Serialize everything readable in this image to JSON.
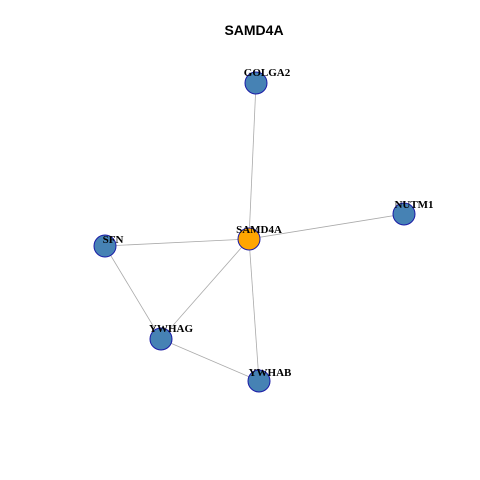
{
  "title": "SAMD4A",
  "colors": {
    "center_node": "#FFA500",
    "neighbor_node": "#4682B4",
    "node_border": "#1A1AA6",
    "edge": "#AAAAAA"
  },
  "nodes": [
    {
      "id": "SAMD4A",
      "label": "SAMD4A",
      "role": "center"
    },
    {
      "id": "GOLGA2",
      "label": "GOLGA2",
      "role": "neighbor"
    },
    {
      "id": "NUTM1",
      "label": "NUTM1",
      "role": "neighbor"
    },
    {
      "id": "SFN",
      "label": "SFN",
      "role": "neighbor"
    },
    {
      "id": "YWHAG",
      "label": "YWHAG",
      "role": "neighbor"
    },
    {
      "id": "YWHAB",
      "label": "YWHAB",
      "role": "neighbor"
    }
  ],
  "edges": [
    {
      "source": "SAMD4A",
      "target": "GOLGA2"
    },
    {
      "source": "SAMD4A",
      "target": "NUTM1"
    },
    {
      "source": "SAMD4A",
      "target": "SFN"
    },
    {
      "source": "SAMD4A",
      "target": "YWHAG"
    },
    {
      "source": "SAMD4A",
      "target": "YWHAB"
    },
    {
      "source": "SFN",
      "target": "YWHAG"
    },
    {
      "source": "YWHAG",
      "target": "YWHAB"
    }
  ]
}
